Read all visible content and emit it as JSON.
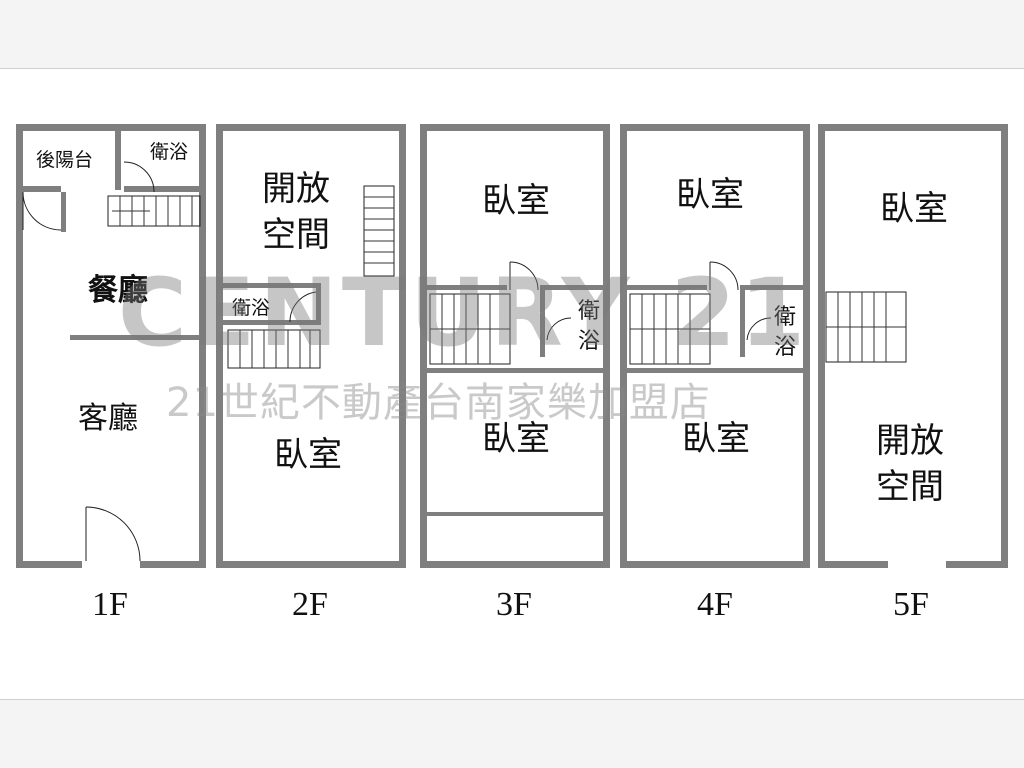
{
  "floors": [
    {
      "label": "1F",
      "rooms": [
        "後陽台",
        "衛浴",
        "餐廳",
        "客廳"
      ]
    },
    {
      "label": "2F",
      "rooms": [
        "開放",
        "空間",
        "衛浴",
        "臥室"
      ]
    },
    {
      "label": "3F",
      "rooms": [
        "臥室",
        "衛",
        "浴",
        "臥室"
      ]
    },
    {
      "label": "4F",
      "rooms": [
        "臥室",
        "衛",
        "浴",
        "臥室"
      ]
    },
    {
      "label": "5F",
      "rooms": [
        "臥室",
        "開放",
        "空間"
      ]
    }
  ],
  "watermark": {
    "brand": "CENTURY 21",
    "branch": "21世紀不動產台南家樂加盟店"
  },
  "colors": {
    "wall": "#7f7f7f",
    "background": "#ffffff",
    "text": "#111111"
  }
}
